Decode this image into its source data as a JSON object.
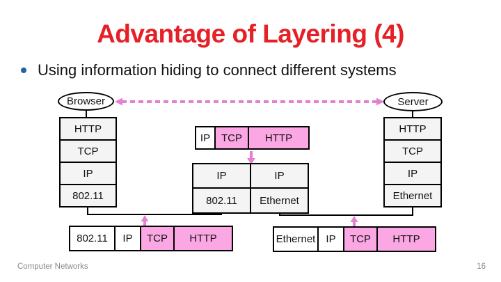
{
  "slide": {
    "title": "Advantage of Layering (4)",
    "bullet_text": "Using information hiding to connect different systems",
    "footer": "Computer Networks",
    "page_number": "16"
  },
  "colors": {
    "title_red": "#E52026",
    "bullet_blue": "#1F63A9",
    "pink_fill": "#FBA7E3",
    "arrow_pink": "#E47FD2",
    "box_fill_gray": "#F4F4F4",
    "footer_gray": "#898989"
  },
  "diagram": {
    "browser_label": "Browser",
    "server_label": "Server",
    "left_stack": [
      "HTTP",
      "TCP",
      "IP",
      "802.11"
    ],
    "right_stack": [
      "HTTP",
      "TCP",
      "IP",
      "Ethernet"
    ],
    "middle_packet": [
      "IP",
      "TCP",
      "HTTP"
    ],
    "router": {
      "top": [
        "IP",
        "IP"
      ],
      "bottom": [
        "802.11",
        "Ethernet"
      ]
    },
    "bottom_left_packet": [
      "802.11",
      "IP",
      "TCP",
      "HTTP"
    ],
    "bottom_right_packet": [
      "Ethernet",
      "IP",
      "TCP",
      "HTTP"
    ]
  }
}
